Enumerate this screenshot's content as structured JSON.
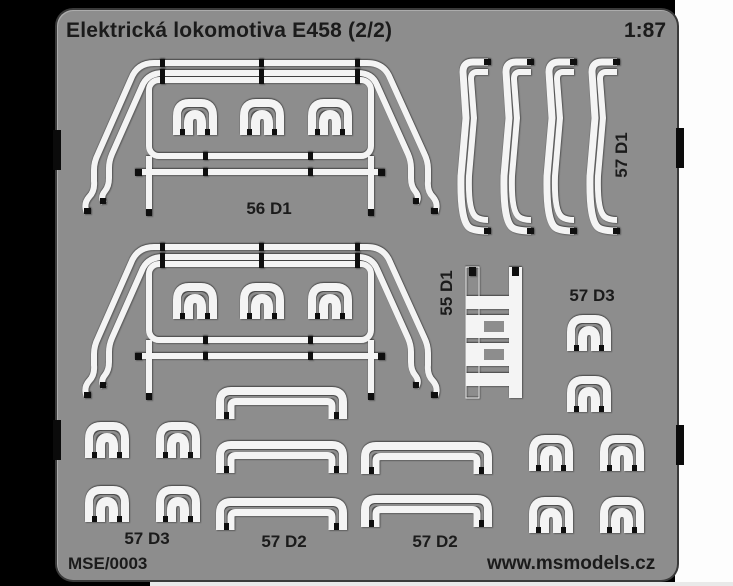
{
  "header": {
    "title": "Elektrická lokomotiva E458 (2/2)",
    "scale": "1:87"
  },
  "parts": {
    "assembly_top": {
      "label": "56 D1"
    },
    "handrails_right": {
      "label": "57 D1"
    },
    "assembly_middle": {
      "label": "55 D1"
    },
    "handles_right": {
      "label": "57 D3"
    },
    "handles_bottom_left": {
      "label": "57 D3"
    },
    "staples_middle": {
      "label": "57 D2"
    },
    "staples_right": {
      "label": "57 D2"
    }
  },
  "footer": {
    "sheet_code": "MSE/0003",
    "website": "www.msmodels.cz"
  },
  "colors": {
    "background": "#000000",
    "paper": "#fdfdfd",
    "plate": "#8d8d8d",
    "part_metal": "#f4f4f4",
    "attachment_tab": "#0f0f0f",
    "text": "#1b1b1b"
  }
}
